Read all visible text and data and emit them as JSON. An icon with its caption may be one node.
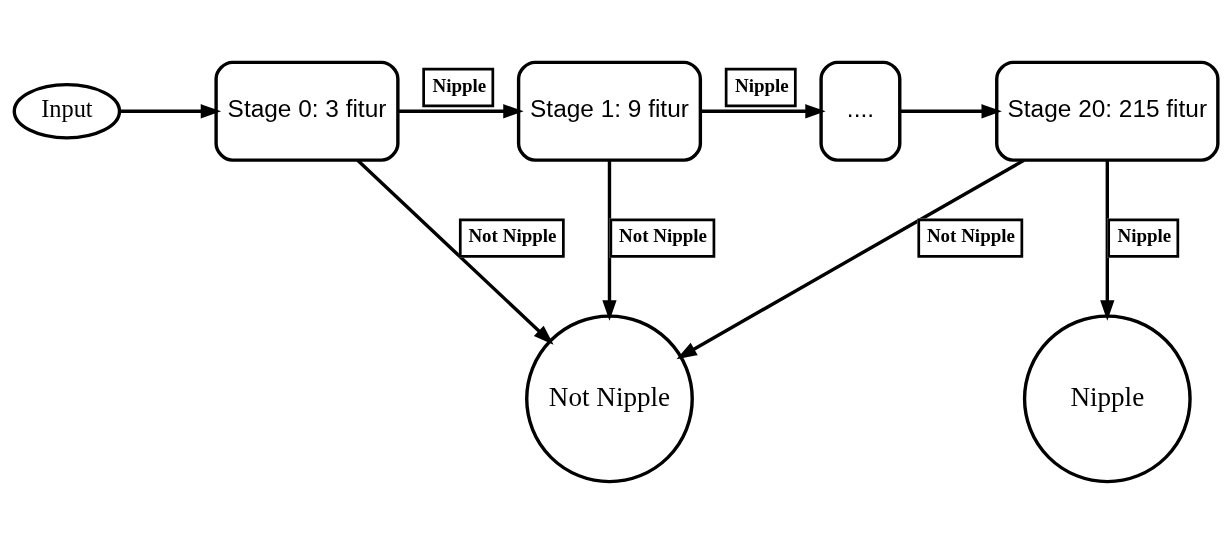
{
  "diagram": {
    "nodes": [
      {
        "text": [
          "Input"
        ]
      },
      {
        "text": [
          "Stage 0: 3 fitur"
        ]
      },
      {
        "text": [
          "Stage 1: 9 fitur"
        ]
      },
      {
        "text": [
          "...."
        ]
      },
      {
        "text": [
          "Stage 20: 215 fitur"
        ]
      },
      {
        "text": [
          "Not Nipple"
        ]
      },
      {
        "text": [
          "Nipple"
        ]
      }
    ],
    "edges": [
      {
        "from": 0,
        "to": 1,
        "arrow": "to"
      },
      {
        "from": 1,
        "to": 2,
        "arrow": "to",
        "label": "Nipple"
      },
      {
        "from": 2,
        "to": 3,
        "arrow": "to",
        "label": "Nipple"
      },
      {
        "from": 3,
        "to": 4,
        "arrow": "to"
      },
      {
        "from": 1,
        "to": 5,
        "arrow": "to",
        "label": "Not Nipple"
      },
      {
        "from": 2,
        "to": 5,
        "arrow": "to",
        "label": "Not Nipple"
      },
      {
        "from": 4,
        "to": 5,
        "arrow": "to",
        "label": "Not Nipple"
      },
      {
        "from": 4,
        "to": 6,
        "arrow": "to",
        "label": "Nipple"
      }
    ]
  }
}
